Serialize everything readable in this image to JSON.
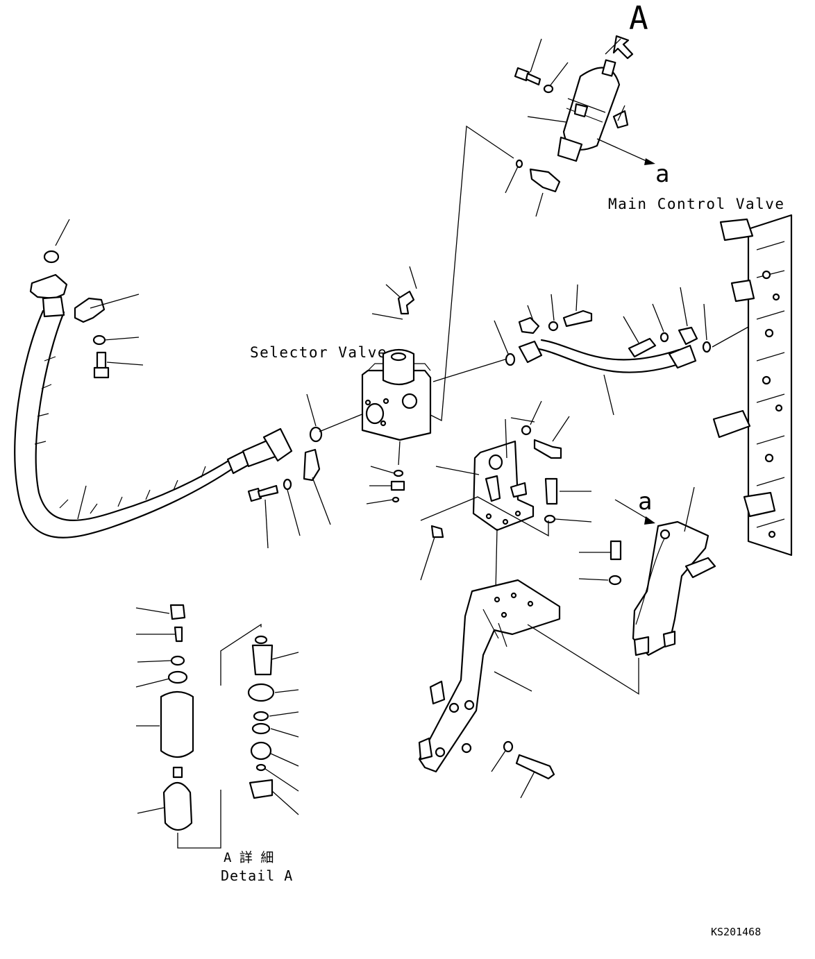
{
  "labels": {
    "view_marker": "A",
    "ref_a_top": "a",
    "ref_a_bottom": "a",
    "main_control_valve": "Main Control Valve",
    "selector_valve": "Selector Valve",
    "detail_jp": "A 詳 細",
    "detail_en": "Detail A",
    "drawing_code": "KS201468"
  },
  "colors": {
    "line": "#000000",
    "background": "#ffffff"
  }
}
